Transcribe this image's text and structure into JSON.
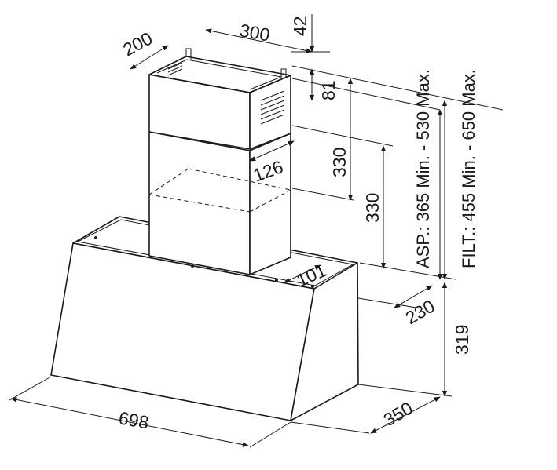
{
  "diagram": {
    "dimensions": {
      "chimney_depth": "200",
      "chimney_width": "300",
      "top_offset": "42",
      "upper_gap": "81",
      "upper_section": "330",
      "lower_section": "330",
      "outlet_offset": "126",
      "outlet_depth": "101",
      "canopy_depth_top": "230",
      "canopy_height": "319",
      "canopy_width": "698",
      "canopy_depth_bottom": "350"
    },
    "height_ranges": {
      "asp": "ASP.: 365 Min. - 530 Max.",
      "filt": "FILT.: 455 Min. - 650 Max."
    }
  }
}
